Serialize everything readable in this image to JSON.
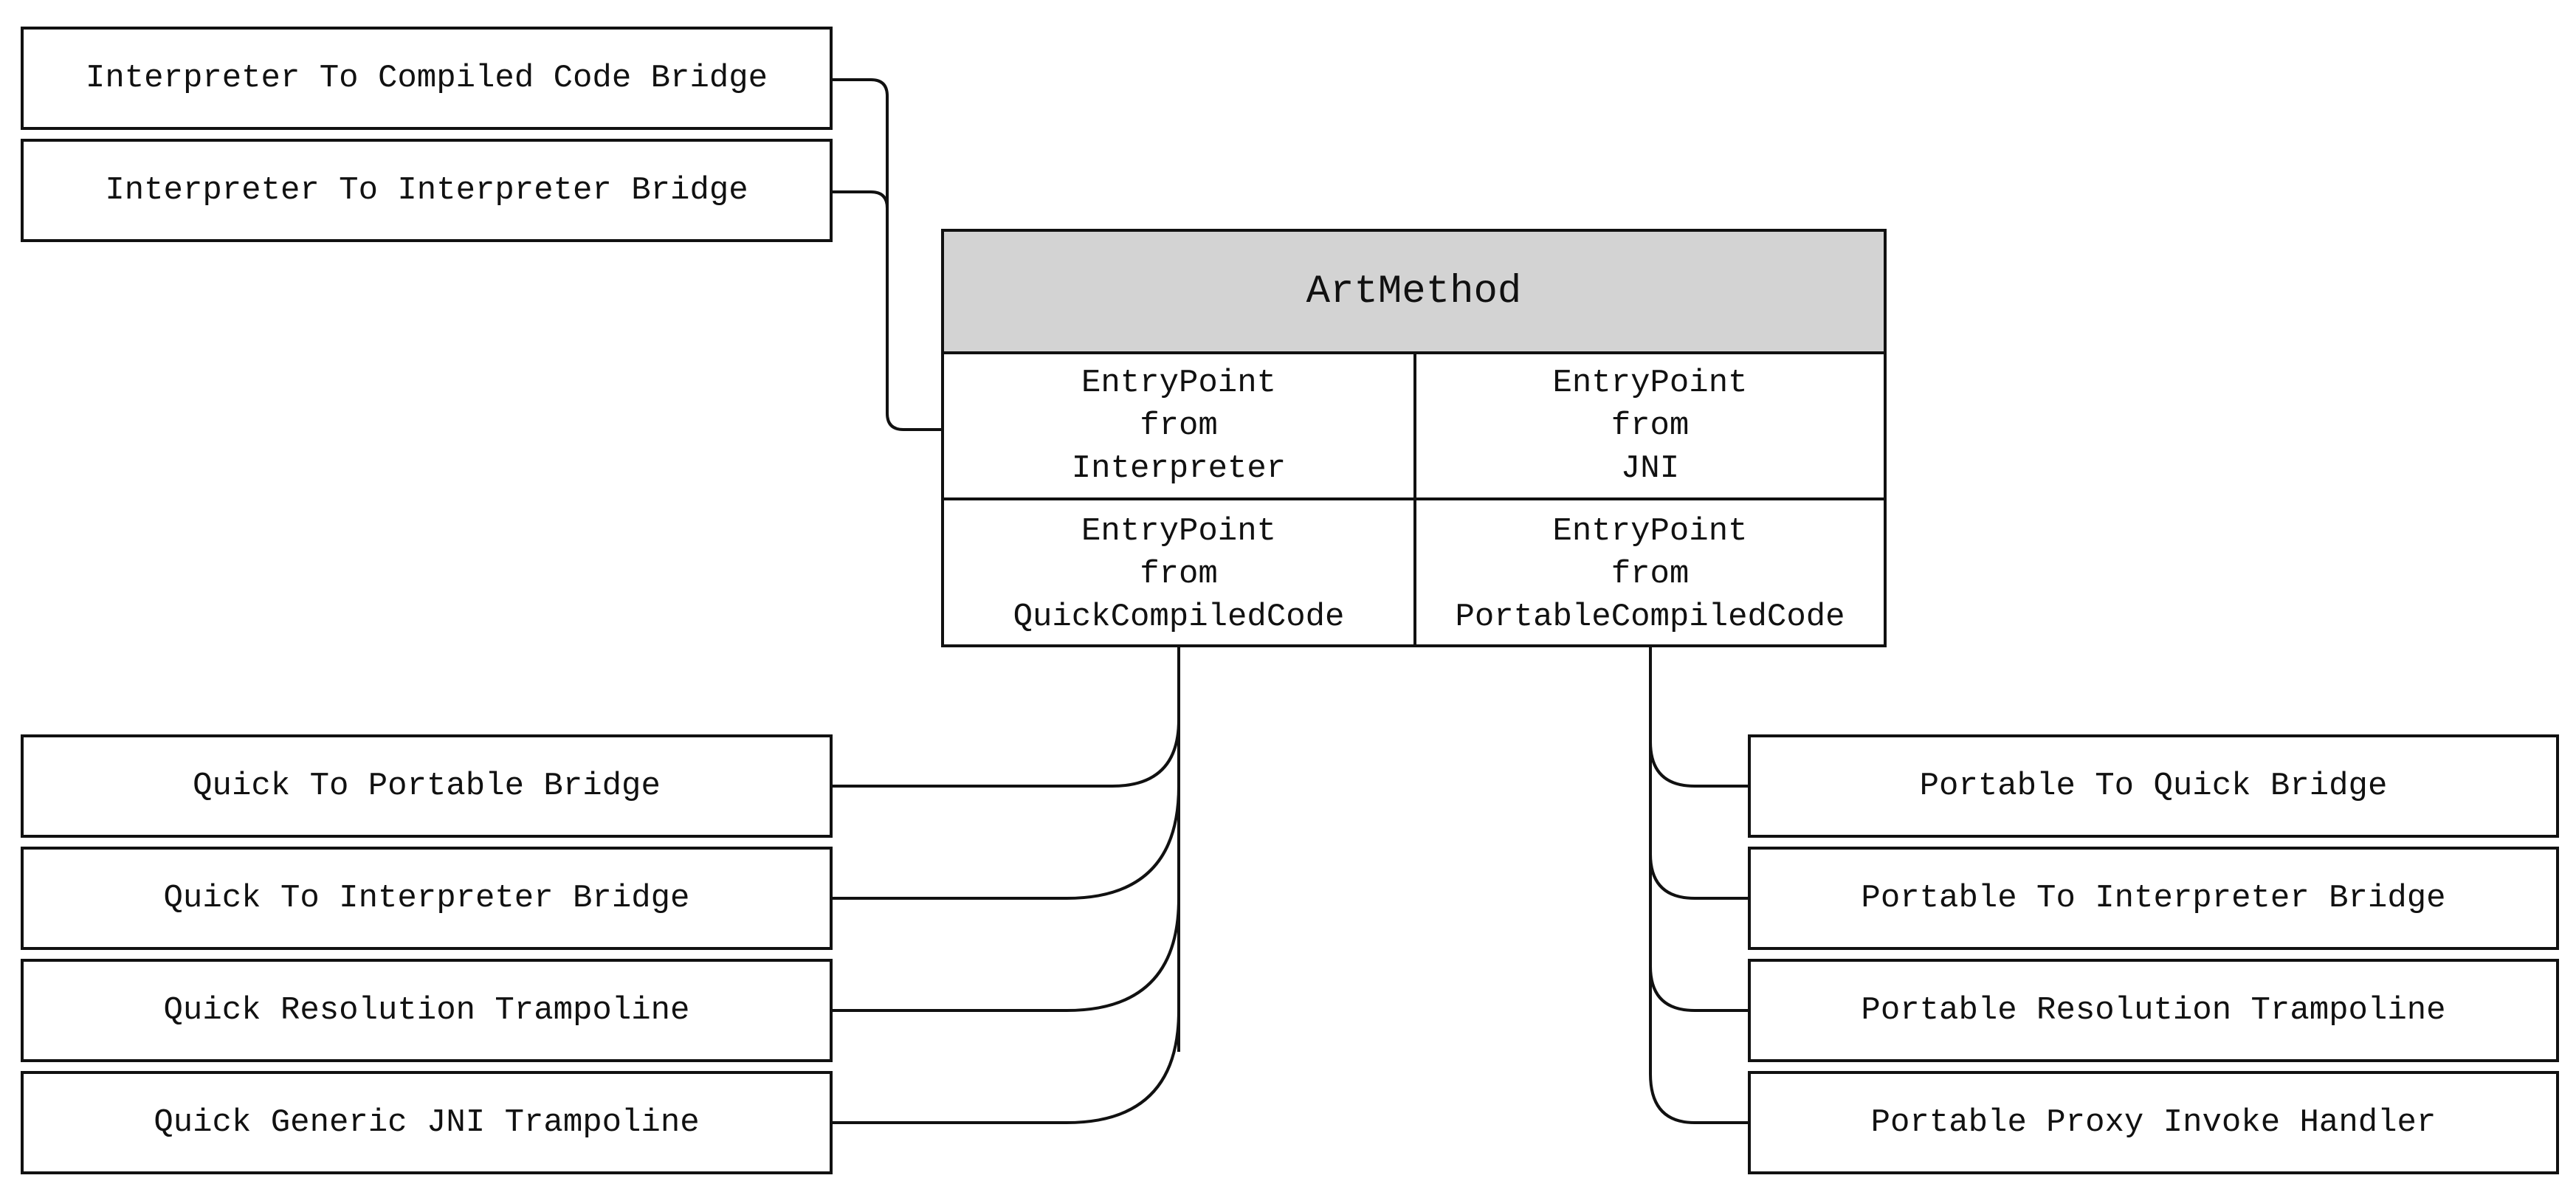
{
  "art_method": {
    "title": "ArtMethod",
    "entry_points": [
      {
        "line1": "EntryPoint",
        "line2": "from",
        "line3": "Interpreter"
      },
      {
        "line1": "EntryPoint",
        "line2": "from",
        "line3": "JNI"
      },
      {
        "line1": "EntryPoint",
        "line2": "from",
        "line3": "QuickCompiledCode"
      },
      {
        "line1": "EntryPoint",
        "line2": "from",
        "line3": "PortableCompiledCode"
      }
    ]
  },
  "interpreter_bridges": [
    "Interpreter To Compiled Code Bridge",
    "Interpreter To Interpreter Bridge"
  ],
  "quick_targets": [
    "Quick To Portable Bridge",
    "Quick To Interpreter Bridge",
    "Quick Resolution Trampoline",
    "Quick Generic JNI Trampoline"
  ],
  "portable_targets": [
    "Portable To Quick Bridge",
    "Portable To Interpreter Bridge",
    "Portable Resolution Trampoline",
    "Portable Proxy Invoke Handler"
  ]
}
